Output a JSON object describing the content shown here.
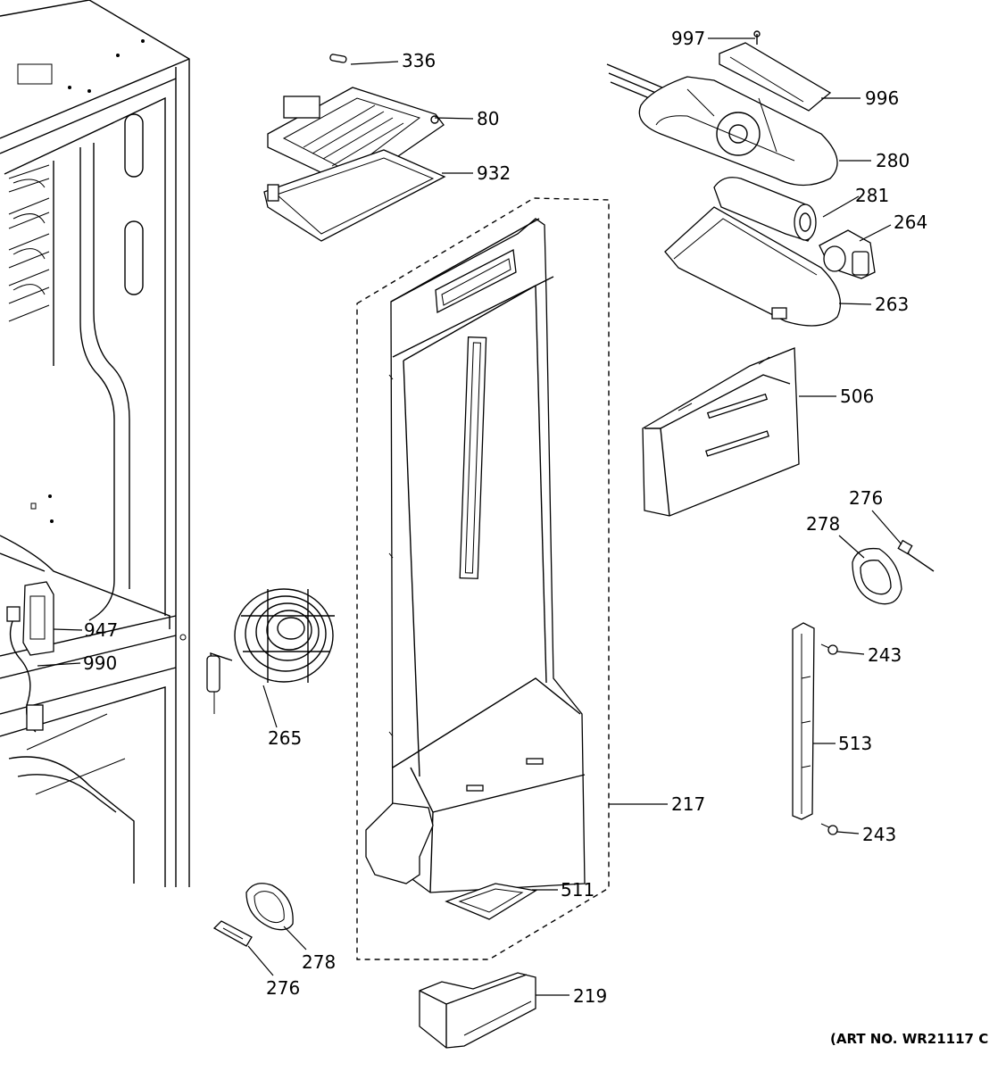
{
  "parts": [
    {
      "id": "336",
      "label": "336"
    },
    {
      "id": "80",
      "label": "80"
    },
    {
      "id": "932",
      "label": "932"
    },
    {
      "id": "997",
      "label": "997"
    },
    {
      "id": "996",
      "label": "996"
    },
    {
      "id": "280",
      "label": "280"
    },
    {
      "id": "281",
      "label": "281"
    },
    {
      "id": "264",
      "label": "264"
    },
    {
      "id": "263",
      "label": "263"
    },
    {
      "id": "506",
      "label": "506"
    },
    {
      "id": "276a",
      "label": "276"
    },
    {
      "id": "278a",
      "label": "278"
    },
    {
      "id": "243a",
      "label": "243"
    },
    {
      "id": "513",
      "label": "513"
    },
    {
      "id": "243b",
      "label": "243"
    },
    {
      "id": "947",
      "label": "947"
    },
    {
      "id": "990",
      "label": "990"
    },
    {
      "id": "265",
      "label": "265"
    },
    {
      "id": "217",
      "label": "217"
    },
    {
      "id": "511",
      "label": "511"
    },
    {
      "id": "278b",
      "label": "278"
    },
    {
      "id": "276b",
      "label": "276"
    },
    {
      "id": "219",
      "label": "219"
    }
  ],
  "art_number": "(ART NO. WR21117 C"
}
